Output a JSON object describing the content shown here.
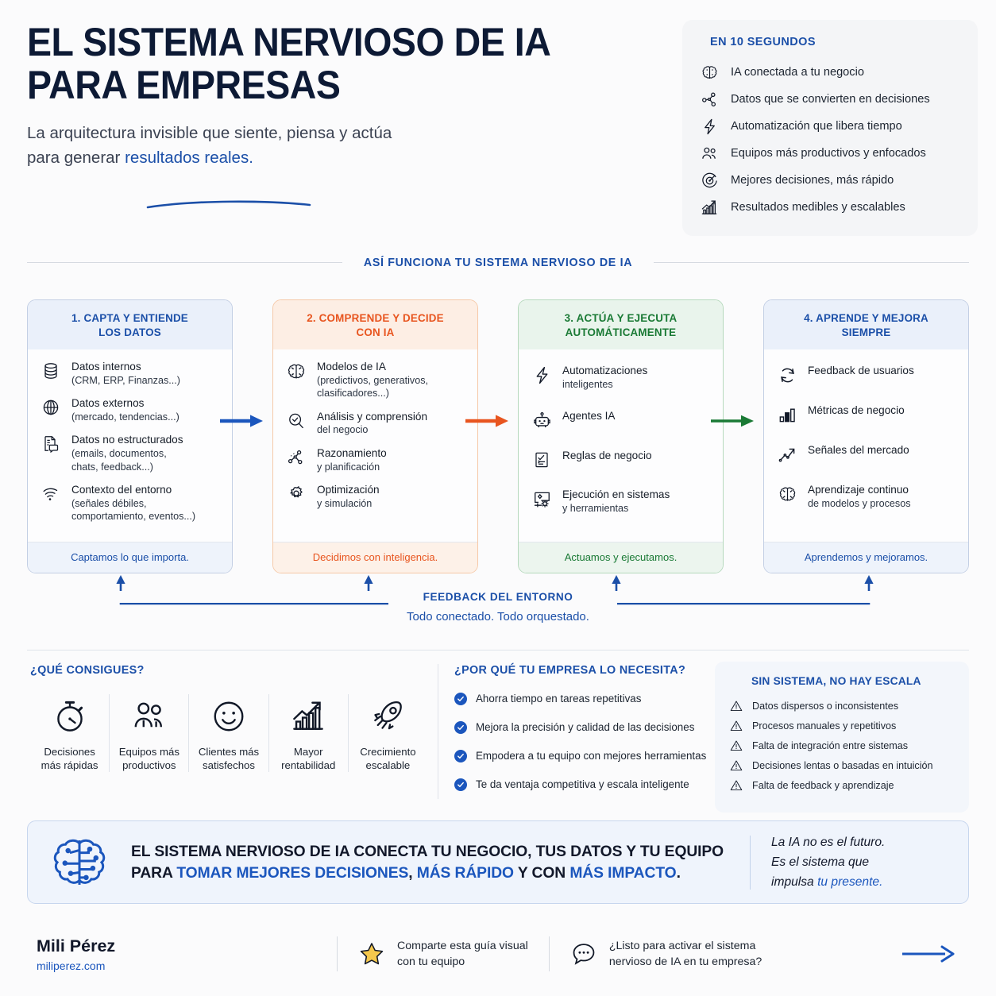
{
  "header": {
    "title_line1": "EL SISTEMA NERVIOSO DE IA",
    "title_line2": "PARA EMPRESAS",
    "subtitle_part1": "La arquitectura invisible que siente, piensa y actúa",
    "subtitle_part2": "para generar ",
    "subtitle_highlight": "resultados reales."
  },
  "ten_seconds": {
    "title": "EN 10 SEGUNDOS",
    "items": [
      {
        "icon": "brain-circuit-icon",
        "label": "IA conectada a tu negocio"
      },
      {
        "icon": "network-nodes-icon",
        "label": "Datos que se convierten en decisiones"
      },
      {
        "icon": "lightning-bolt-icon",
        "label": "Automatización que libera tiempo"
      },
      {
        "icon": "people-group-icon",
        "label": "Equipos más productivos y enfocados"
      },
      {
        "icon": "target-icon",
        "label": "Mejores decisiones, más rápido"
      },
      {
        "icon": "growth-chart-icon",
        "label": "Resultados medibles y escalables"
      }
    ]
  },
  "flow_section_title": "ASÍ FUNCIONA TU SISTEMA NERVIOSO DE IA",
  "cards": [
    {
      "head_line1": "1. CAPTA Y ENTIENDE",
      "head_line2": "LOS DATOS",
      "accent": "#1b4fa8",
      "items": [
        {
          "icon": "database-icon",
          "t1": "Datos internos",
          "t2": "(CRM, ERP, Finanzas...)"
        },
        {
          "icon": "globe-icon",
          "t1": "Datos externos",
          "t2": "(mercado, tendencias...)"
        },
        {
          "icon": "document-chat-icon",
          "t1": "Datos no estructurados",
          "t2": "(emails, documentos,\nchats, feedback...)"
        },
        {
          "icon": "signal-waves-icon",
          "t1": "Contexto del entorno",
          "t2": "(señales débiles,\ncomportamiento, eventos...)"
        }
      ],
      "footer": "Captamos lo que importa."
    },
    {
      "head_line1": "2. COMPRENDE Y DECIDE",
      "head_line2": "CON IA",
      "accent": "#e8551f",
      "items": [
        {
          "icon": "brain-circuit-icon",
          "t1": "Modelos de IA",
          "t2": "(predictivos, generativos,\nclasificadores...)"
        },
        {
          "icon": "magnifier-check-icon",
          "t1": "Análisis y comprensión",
          "t2": "del negocio"
        },
        {
          "icon": "network-nodes-icon",
          "t1": "Razonamiento",
          "t2": "y planificación"
        },
        {
          "icon": "gear-icon",
          "t1": "Optimización",
          "t2": "y simulación"
        }
      ],
      "footer": "Decidimos con inteligencia."
    },
    {
      "head_line1": "3. ACTÚA Y EJECUTA",
      "head_line2": "AUTOMÁTICAMENTE",
      "accent": "#1a7a35",
      "items": [
        {
          "icon": "lightning-bolt-icon",
          "t1": "Automatizaciones",
          "t2": "inteligentes"
        },
        {
          "icon": "robot-icon",
          "t1": "Agentes IA",
          "t2": ""
        },
        {
          "icon": "checklist-icon",
          "t1": "Reglas de negocio",
          "t2": ""
        },
        {
          "icon": "system-gear-icon",
          "t1": "Ejecución en sistemas",
          "t2": "y herramientas"
        }
      ],
      "footer": "Actuamos y ejecutamos."
    },
    {
      "head_line1": "4. APRENDE Y MEJORA",
      "head_line2": "SIEMPRE",
      "accent": "#1b4fa8",
      "items": [
        {
          "icon": "refresh-cycle-icon",
          "t1": "Feedback de usuarios",
          "t2": ""
        },
        {
          "icon": "bar-chart-icon",
          "t1": "Métricas de negocio",
          "t2": ""
        },
        {
          "icon": "trend-up-icon",
          "t1": "Señales del mercado",
          "t2": ""
        },
        {
          "icon": "brain-circuit-icon",
          "t1": "Aprendizaje continuo",
          "t2": "de modelos y procesos"
        }
      ],
      "footer": "Aprendemos y mejoramos."
    }
  ],
  "feedback": {
    "label": "FEEDBACK DEL ENTORNO",
    "sub": "Todo conectado. Todo orquestado."
  },
  "benefits": {
    "title": "¿QUÉ CONSIGUES?",
    "items": [
      {
        "icon": "stopwatch-icon",
        "l1": "Decisiones",
        "l2": "más rápidas"
      },
      {
        "icon": "people-group-icon",
        "l1": "Equipos más",
        "l2": "productivos"
      },
      {
        "icon": "smiley-face-icon",
        "l1": "Clientes más",
        "l2": "satisfechos"
      },
      {
        "icon": "growth-chart-icon",
        "l1": "Mayor",
        "l2": "rentabilidad"
      },
      {
        "icon": "rocket-icon",
        "l1": "Crecimiento",
        "l2": "escalable"
      }
    ]
  },
  "why": {
    "title": "¿POR QUÉ TU EMPRESA LO NECESITA?",
    "items": [
      "Ahorra tiempo en tareas repetitivas",
      "Mejora la precisión y calidad de las decisiones",
      "Empodera a tu equipo con mejores herramientas",
      "Te da ventaja competitiva y escala inteligente"
    ]
  },
  "no_system": {
    "title": "SIN SISTEMA, NO HAY ESCALA",
    "items": [
      "Datos dispersos o inconsistentes",
      "Procesos manuales y repetitivos",
      "Falta de integración entre sistemas",
      "Decisiones lentas o basadas en intuición",
      "Falta de feedback y aprendizaje"
    ]
  },
  "banner": {
    "line1_a": "EL SISTEMA NERVIOSO DE IA CONECTA TU NEGOCIO, TUS DATOS Y TU EQUIPO",
    "line2_a": "PARA ",
    "line2_b": "TOMAR MEJORES DECISIONES",
    "line2_c": ", ",
    "line2_d": "MÁS RÁPIDO",
    "line2_e": " Y CON ",
    "line2_f": "MÁS IMPACTO",
    "line2_g": ".",
    "quote_l1": "La IA no es el futuro.",
    "quote_l2": "Es el sistema que",
    "quote_l3_a": "impulsa ",
    "quote_l3_b": "tu presente."
  },
  "footer": {
    "name": "Mili Pérez",
    "url": "miliperez.com",
    "share_l1": "Comparte esta guía visual",
    "share_l2": "con tu equipo",
    "cta_l1": "¿Listo para activar el sistema",
    "cta_l2": "nervioso de IA en tu empresa?"
  },
  "colors": {
    "blue": "#1b4fa8",
    "orange": "#e8551f",
    "green": "#1a7a35",
    "accent_blue": "#1b56bd",
    "navy": "#0d1a35",
    "star_yellow": "#f5c84c"
  }
}
